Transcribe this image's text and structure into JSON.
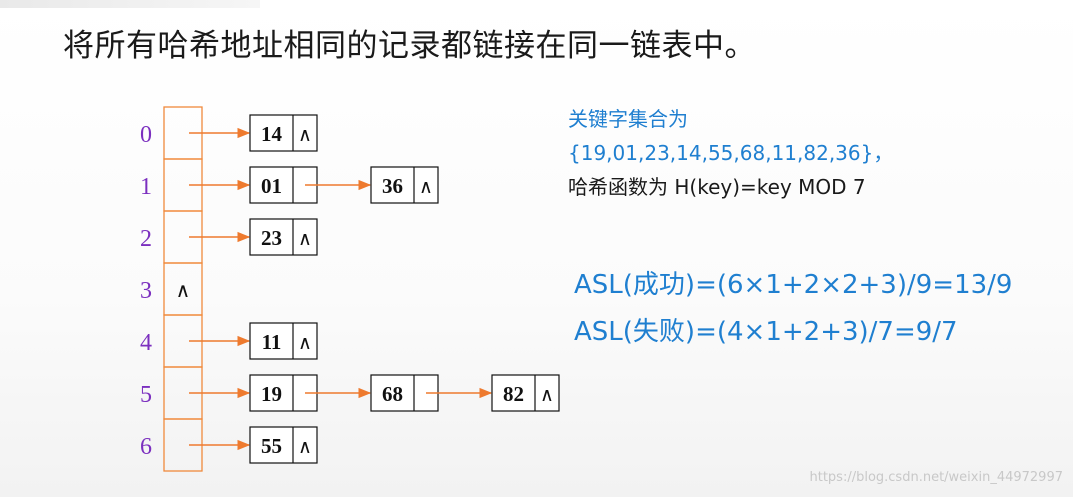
{
  "heading": "将所有哈希地址相同的记录都链接在同一链表中。",
  "info": {
    "line1": "关键字集合为",
    "line2": "{19,01,23,14,55,68,11,82,36}，",
    "line3": "哈希函数为 H(key)=key MOD 7"
  },
  "asl": {
    "success": "ASL(成功)=(6×1+2×2+3)/9=13/9",
    "fail": "ASL(失败)=(4×1+2+3)/7=9/7"
  },
  "null_symbol": "∧",
  "buckets": [
    {
      "index": "0",
      "chain": [
        "14"
      ]
    },
    {
      "index": "1",
      "chain": [
        "01",
        "36"
      ]
    },
    {
      "index": "2",
      "chain": [
        "23"
      ]
    },
    {
      "index": "3",
      "chain": []
    },
    {
      "index": "4",
      "chain": [
        "11"
      ]
    },
    {
      "index": "5",
      "chain": [
        "19",
        "68",
        "82"
      ]
    },
    {
      "index": "6",
      "chain": [
        "55"
      ]
    }
  ],
  "colors": {
    "bucket_border": "#f08a3c",
    "arrow": "#ee7a2e",
    "index_text": "#7b2fbf",
    "blue_text": "#1f7fd0"
  },
  "watermark": "https://blog.csdn.net/weixin_44972997"
}
